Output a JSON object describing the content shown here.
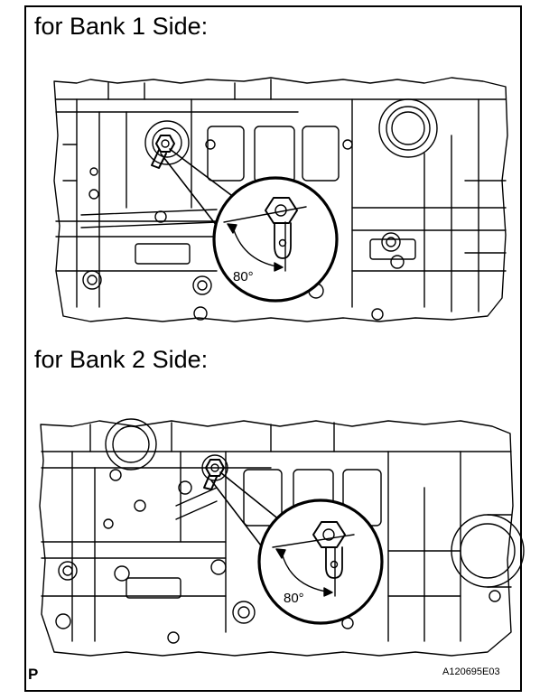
{
  "sections": [
    {
      "heading": "for Bank 1 Side:",
      "angle_label": "80°"
    },
    {
      "heading": "for Bank 2 Side:",
      "angle_label": "80°"
    }
  ],
  "footer": {
    "badge": "P",
    "figure_code": "A120695E03"
  },
  "colors": {
    "line": "#000000",
    "background": "#ffffff"
  }
}
